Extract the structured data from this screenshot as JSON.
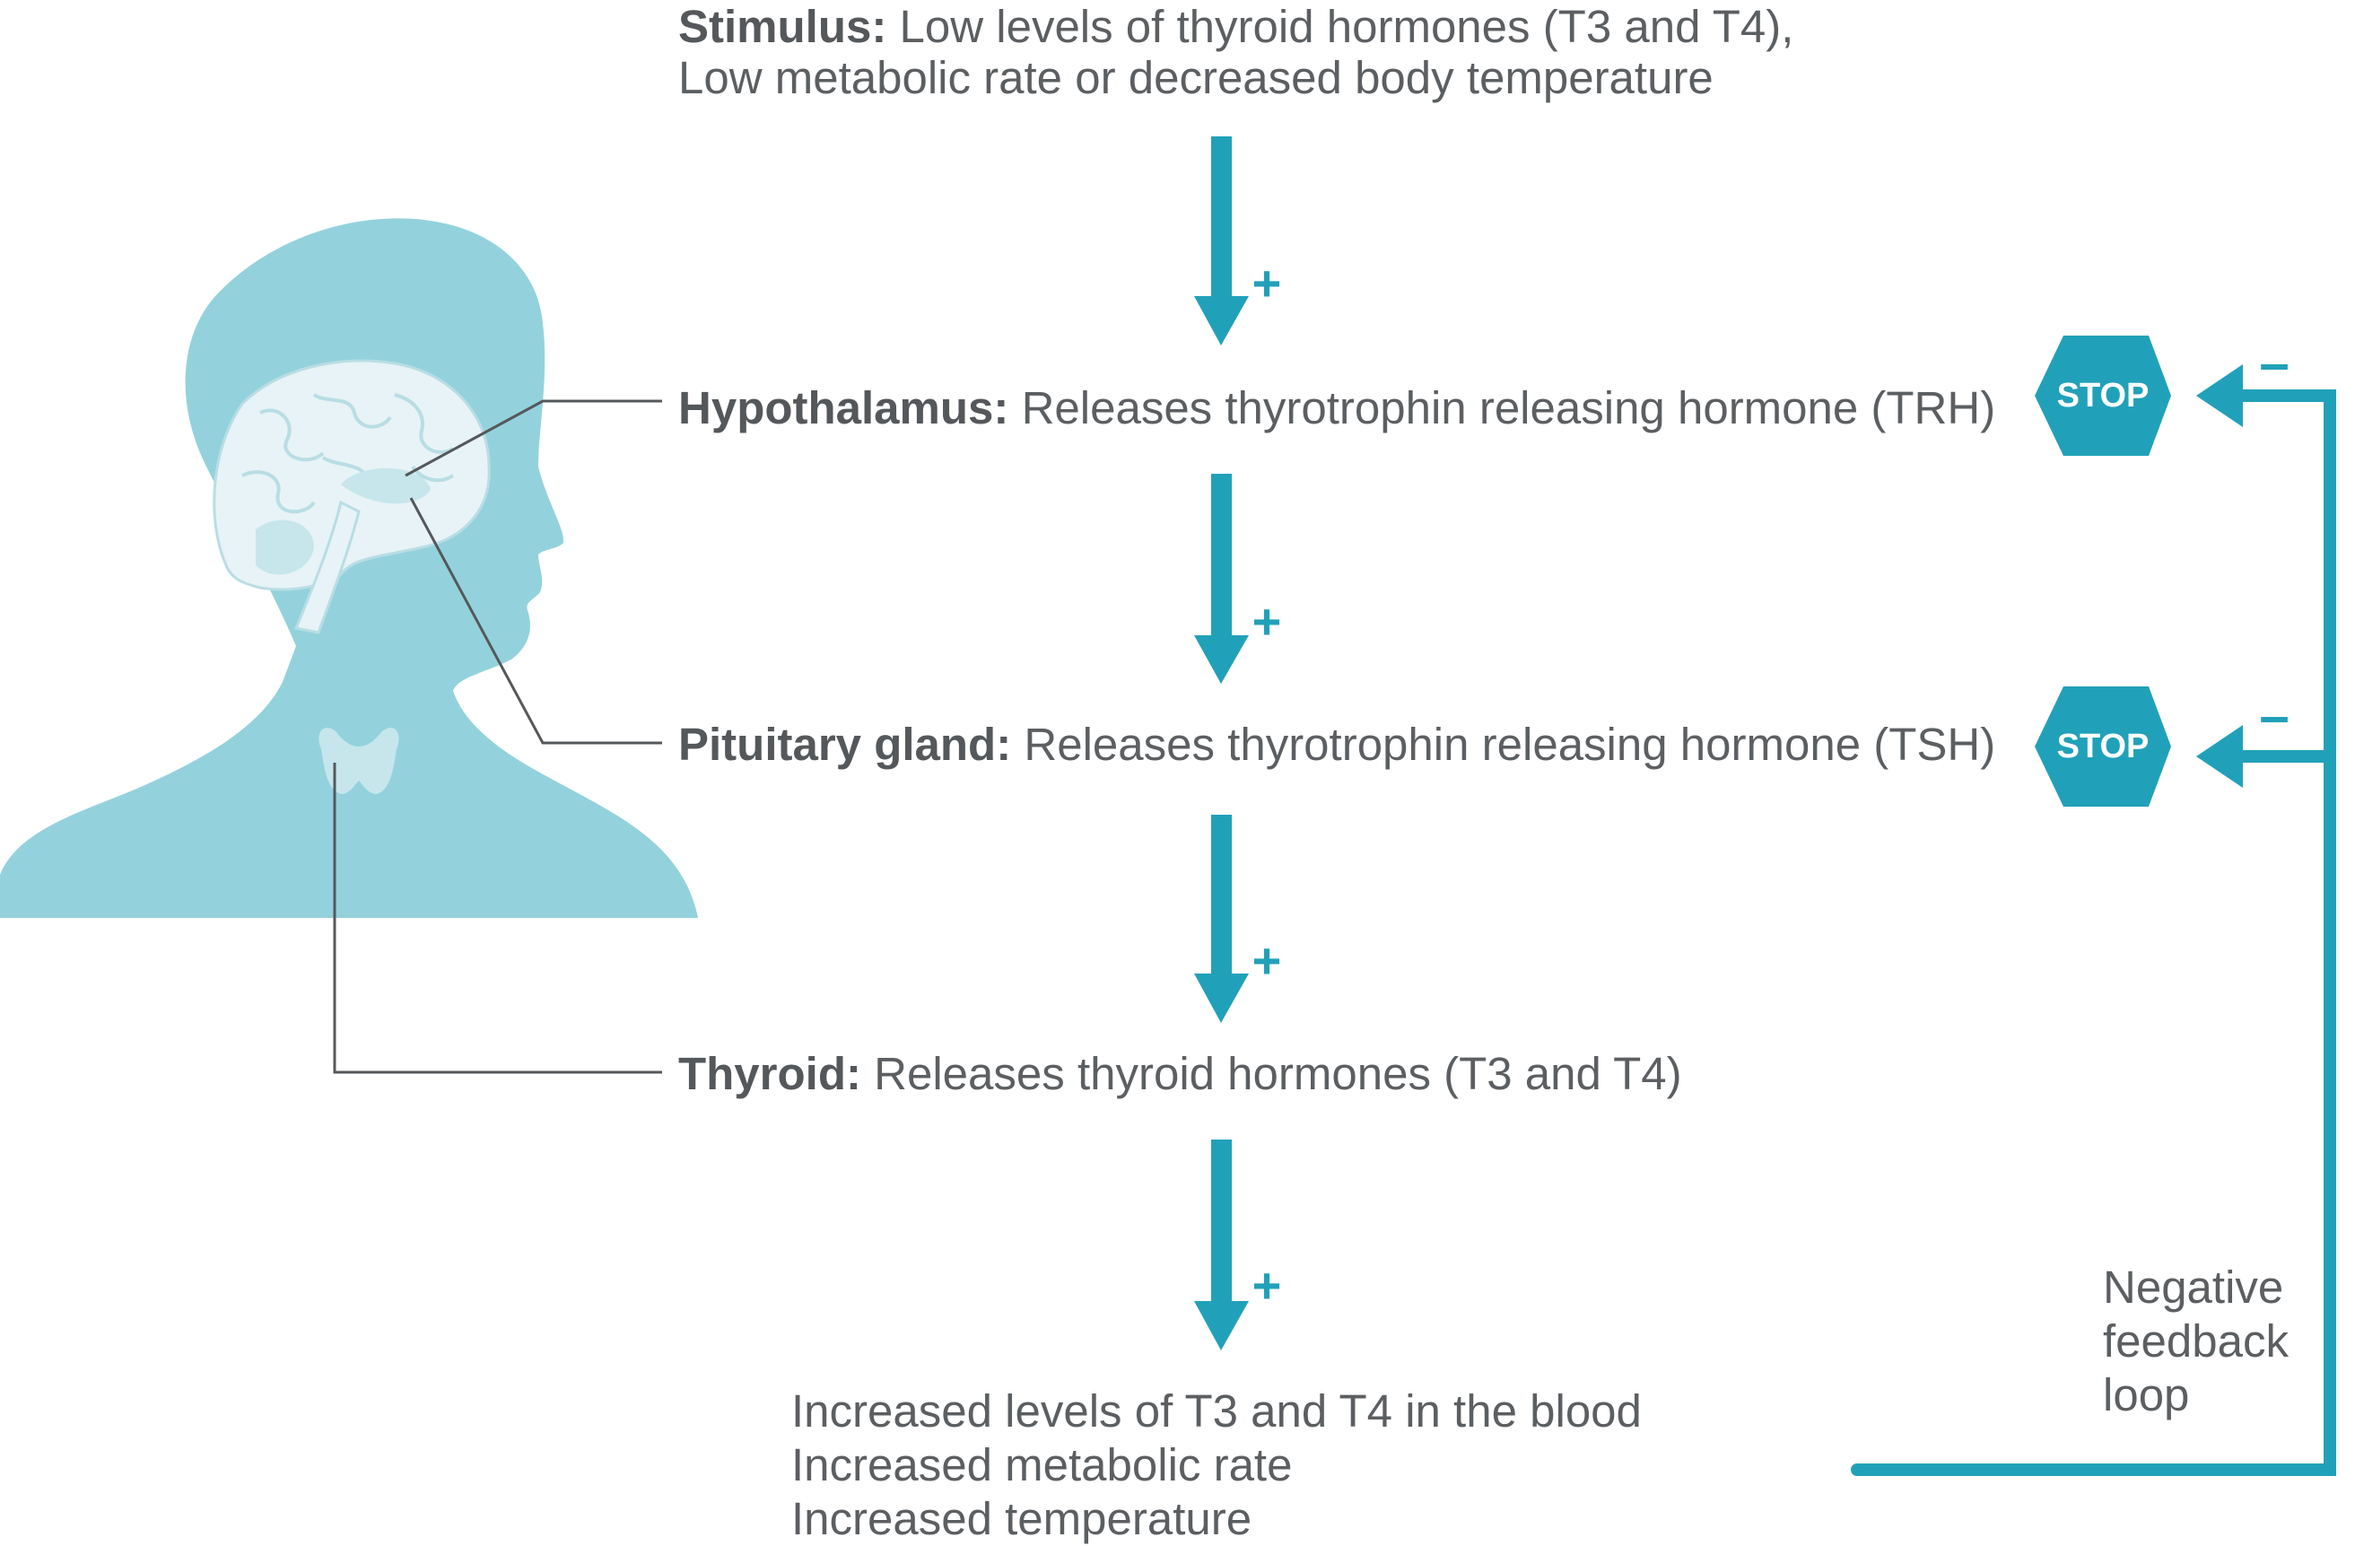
{
  "stimulus": {
    "heading": "Stimulus:",
    "line1": "Low levels of thyroid hormones (T3 and T4),",
    "line2": "Low metabolic rate or decreased body temperature"
  },
  "steps": [
    {
      "heading": "Hypothalamus:",
      "text": "Releases thyrotrophin releasing hormone (TRH)"
    },
    {
      "heading": "Pituitary gland:",
      "text": "Releases thyrotrophin releasing hormone (TSH)"
    },
    {
      "heading": "Thyroid:",
      "text": "Releases thyroid hormones (T3 and T4)"
    }
  ],
  "outcome": [
    "Increased levels of T3 and T4 in the blood",
    "Increased metabolic rate",
    "Increased temperature"
  ],
  "arrow_sign": "+",
  "inhibit_sign": "–",
  "stop_label": "STOP",
  "feedback": {
    "line1": "Negative",
    "line2": "feedback",
    "line3": "loop"
  },
  "colors": {
    "accent": "#21a1b9",
    "body": "#93d2dc",
    "brain": "#e7f3f6",
    "leader": "#55585b",
    "text": "#5c5f62"
  },
  "icons": [
    "head-silhouette",
    "brain-icon",
    "thyroid-icon",
    "down-arrow-icon",
    "stop-sign-icon",
    "left-arrow-icon"
  ]
}
